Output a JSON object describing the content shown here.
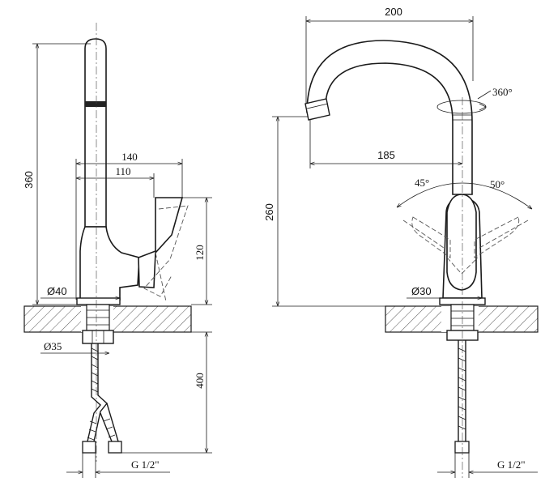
{
  "colors": {
    "line": "#1a1a1a",
    "hatch": "#555555",
    "background": "#ffffff"
  },
  "side_view": {
    "height_total": "360",
    "width_140": "140",
    "width_110": "110",
    "height_lever": "120",
    "base_diameter": "Ø40",
    "shank_diameter": "Ø35",
    "hose_length": "400",
    "thread": "G 1/2\""
  },
  "front_view": {
    "spout_width": "200",
    "swivel": "360°",
    "reach": "185",
    "spout_height": "260",
    "angle_left": "45°",
    "angle_right": "50°",
    "base_diameter": "Ø30",
    "thread": "G 1/2\""
  }
}
